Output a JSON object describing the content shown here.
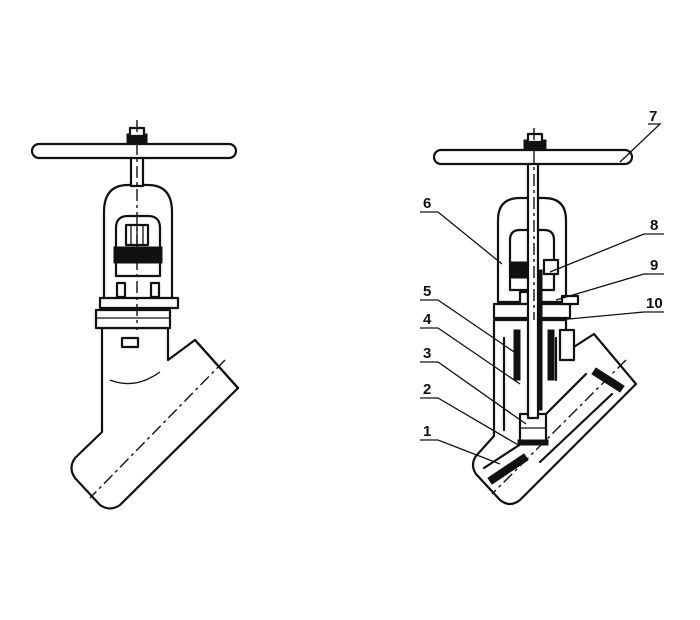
{
  "colors": {
    "line": "#111111",
    "background": "#ffffff"
  },
  "views": [
    {
      "name": "exterior-view"
    },
    {
      "name": "sectional-view"
    }
  ],
  "callouts": [
    "1",
    "2",
    "3",
    "4",
    "5",
    "6",
    "7",
    "8",
    "9",
    "10"
  ]
}
